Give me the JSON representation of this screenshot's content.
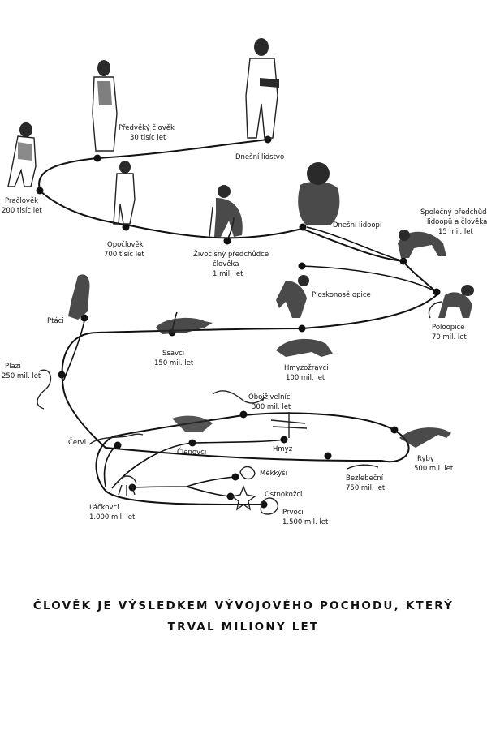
{
  "labels": {
    "prvoci": "Prvoci",
    "prvoci_age": "1.500 mil. let",
    "lackovci": "Láčkovci",
    "lackovci_age": "1.000 mil. let",
    "mekkysi": "Měkkýši",
    "ostnokozci": "Ostnokožci",
    "bezlebecni": "Bezlebeční",
    "bezlebecni_age": "750 mil. let",
    "cervi": "Červi",
    "clenovci": "Členovci",
    "hmyz": "Hmyz",
    "ryby": "Ryby",
    "ryby_age": "500 mil. let",
    "obojzivelnici": "Obojživelníci",
    "obojzivelnici_age": "300 mil. let",
    "plazi": "Plazi",
    "plazi_age": "250 mil. let",
    "ptaci": "Ptáci",
    "ssavci": "Ssavci",
    "ssavci_age": "150 mil. let",
    "hmyzozravci": "Hmyzožravci",
    "hmyzozravci_age": "100 mil. let",
    "poloopice": "Poloopice",
    "poloopice_age": "70 mil. let",
    "ploskonose": "Ploskonosé opice",
    "spolecny_1": "Společný předchůdce",
    "spolecny_2": "lidoopů a člověka",
    "spolecny_age": "15 mil. let",
    "dnesni_lidoopi": "Dnešní lidoopi",
    "zivocisny_1": "Živočišný předchůdce",
    "zivocisny_2": "člověka",
    "zivocisny_age": "1 mil. let",
    "opoclovek": "Opočlověk",
    "opoclovek_age": "700 tisíc let",
    "praclovek": "Pračlověk",
    "praclovek_age": "200 tisíc let",
    "predveky": "Předvěký člověk",
    "predveky_age": "30 tisíc let",
    "dnesni_lidstvo": "Dnešní lidstvo"
  },
  "caption": {
    "line1": "ČLOVĚK JE VÝSLEDKEM VÝVOJOVÉHO POCHODU, KTERÝ",
    "line2": "TRVAL MILIONY LET"
  }
}
